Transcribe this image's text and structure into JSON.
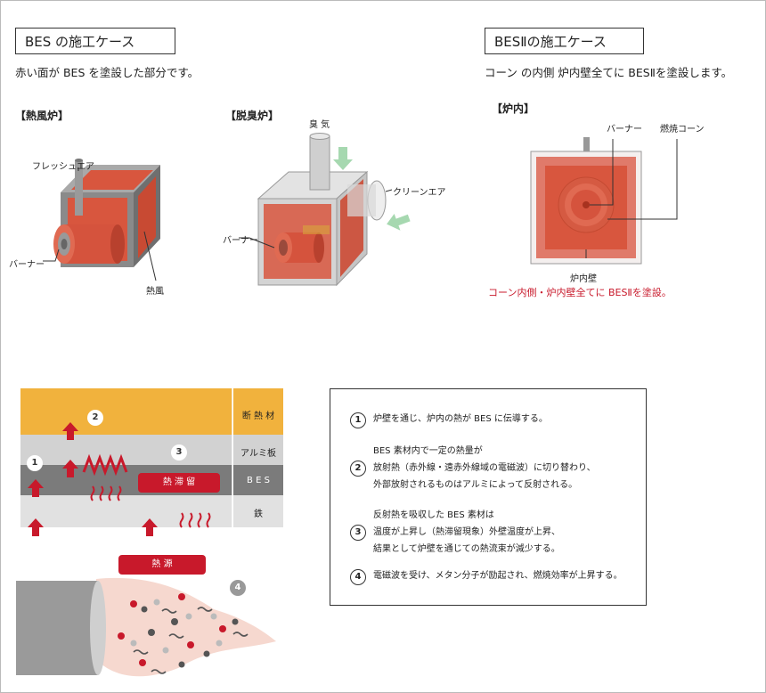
{
  "left_section": {
    "title": "BES の施工ケース",
    "subtitle": "赤い面が BES を塗設した部分です。",
    "hot_air_furnace": {
      "heading": "【熱風炉】",
      "fresh_air": "フレッシュエア",
      "burner": "バーナー",
      "hot_air": "熱風"
    },
    "deodorizing_furnace": {
      "heading": "【脱臭炉】",
      "odor": "臭 気",
      "clean_air": "クリーンエア",
      "burner": "バーナー"
    }
  },
  "right_section": {
    "title": "BESⅡの施工ケース",
    "subtitle": "コーン の内側 炉内壁全てに BESⅡを塗設します。",
    "furnace_interior": {
      "heading": "【炉内】",
      "burner": "バーナー",
      "combustion_cone": "燃焼コーン",
      "inner_wall": "炉内壁",
      "note": "コーン内側・炉内壁全てに BESⅡを塗設。"
    }
  },
  "layers": {
    "insulation": "断 熱 材",
    "aluminum": "アルミ板",
    "bes": "B E S",
    "iron": "鉄",
    "heat_retention": "熱 滞 留",
    "heat_source": "熱 源",
    "markers": [
      "1",
      "2",
      "3",
      "4"
    ]
  },
  "notes": [
    {
      "num": "1",
      "lines": [
        "炉壁を通じ、炉内の熱が BES に伝導する。"
      ]
    },
    {
      "num": "2",
      "lines": [
        "BES 素材内で一定の熱量が",
        "放射熱（赤外線・遠赤外線域の電磁波）に切り替わり、",
        "外部放射されるものはアルミによって反射される。"
      ]
    },
    {
      "num": "3",
      "lines": [
        "反射熱を吸収した BES 素材は",
        "温度が上昇し（熱滞留現象）外壁温度が上昇、",
        "結果として炉壁を通じての熱流束が減少する。"
      ]
    },
    {
      "num": "4",
      "lines": [
        "電磁波を受け、メタン分子が励起され、燃焼効率が上昇する。"
      ]
    }
  ],
  "colors": {
    "bes_red": "#c8192b",
    "coat_red": "#d8563e",
    "insulation": "#f1b23d",
    "aluminum": "#d2d2d2",
    "bes_layer": "#7b7b7b",
    "iron": "#e1e1e1"
  }
}
